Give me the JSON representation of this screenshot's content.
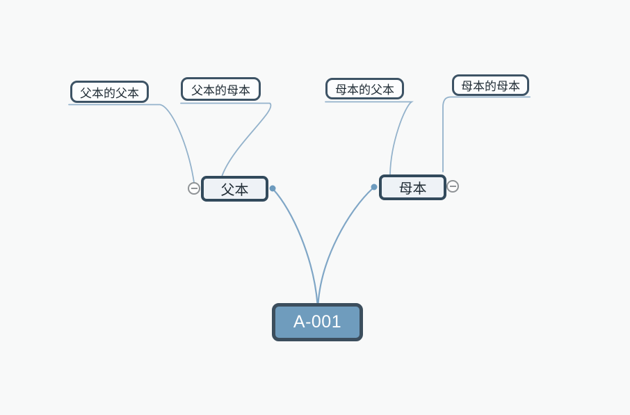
{
  "app": {
    "type": "pedigree-mindmap"
  },
  "colors": {
    "background": "#f8f9f9",
    "edge": "#93b2cb",
    "root_edge": "#7fa6c6",
    "dot": "#6d9bbe",
    "root_fill": "#6f9cbd",
    "root_border": "#3c4e5d",
    "node_fill": "#eef2f6",
    "node_border": "#324a5c",
    "leaf_fill": "#fcfdfe",
    "leaf_border": "#3d5365",
    "text_dark": "#1e2a33",
    "text_light": "#ffffff",
    "collapse": "#8f9396"
  },
  "nodes": {
    "root": {
      "label": "A-001"
    },
    "father": {
      "label": "父本"
    },
    "mother": {
      "label": "母本"
    },
    "father_father": {
      "label": "父本的父本"
    },
    "father_mother": {
      "label": "父本的母本"
    },
    "mother_father": {
      "label": "母本的父本"
    },
    "mother_mother": {
      "label": "母本的母本"
    }
  },
  "controls": {
    "collapse_father": {
      "icon": "minus-circle-icon",
      "state": "expanded"
    },
    "collapse_mother": {
      "icon": "minus-circle-icon",
      "state": "expanded"
    }
  }
}
